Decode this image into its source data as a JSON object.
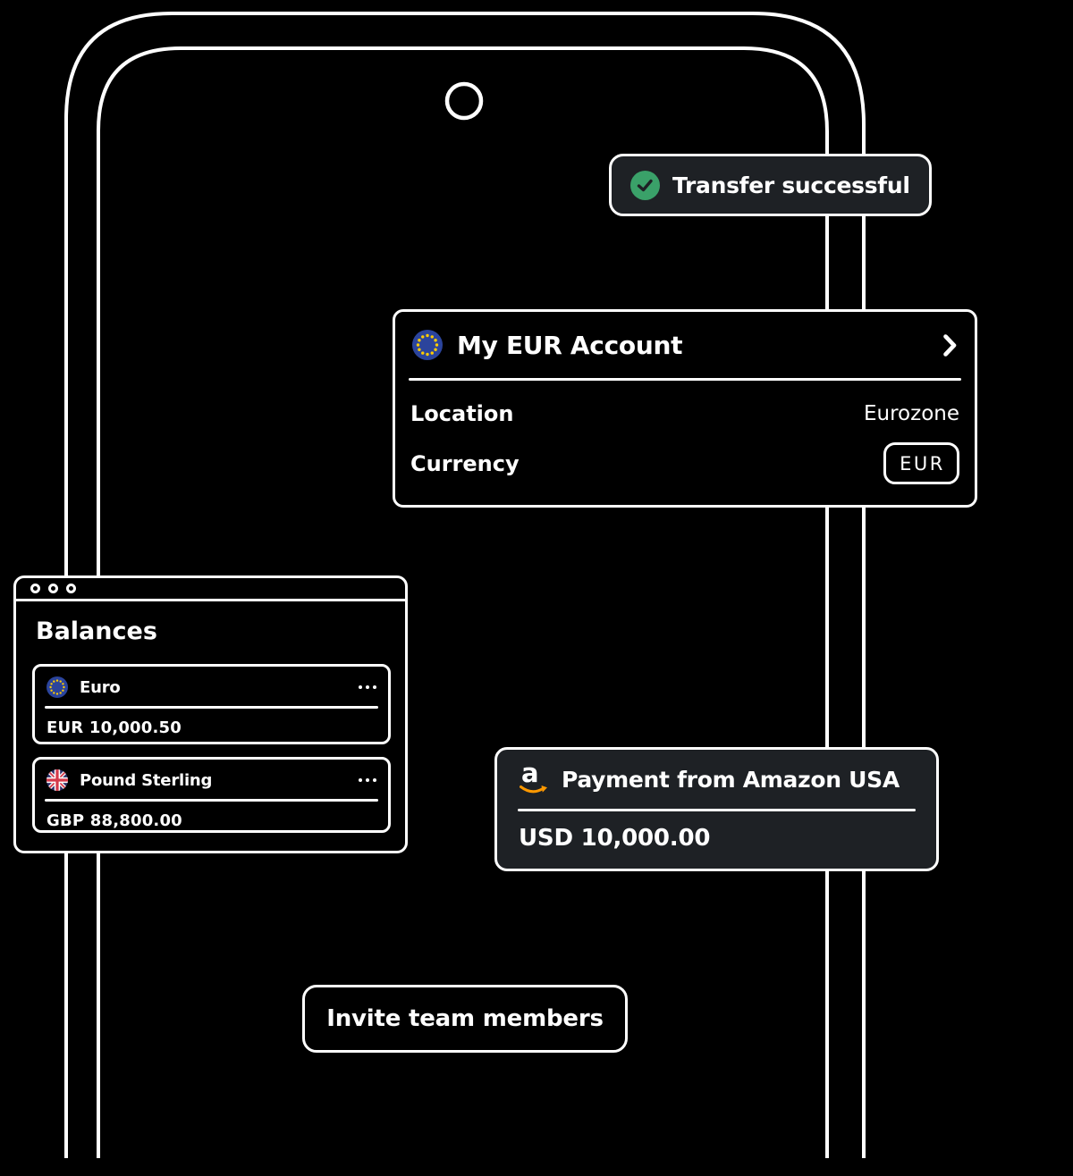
{
  "toast": {
    "label": "Transfer successful"
  },
  "account_card": {
    "title": "My EUR Account",
    "location_label": "Location",
    "location_value": "Eurozone",
    "currency_label": "Currency",
    "currency_value": "EUR"
  },
  "balances_window": {
    "title": "Balances",
    "accounts": [
      {
        "name": "Euro",
        "amount": "EUR 10,000.50",
        "flag": "eu-flag-icon"
      },
      {
        "name": "Pound Sterling",
        "amount": "GBP 88,800.00",
        "flag": "uk-flag-icon"
      }
    ]
  },
  "payment_card": {
    "logo_letter": "a",
    "title": "Payment from Amazon USA",
    "amount": "USD 10,000.00"
  },
  "invite_button": {
    "label": "Invite team members"
  },
  "colors": {
    "background": "#000000",
    "surface_dark": "#1e2125",
    "outline_white": "#ffffff",
    "success_green": "#3aa169",
    "eu_flag_blue": "#2b449c",
    "star_yellow": "#ffcc00",
    "uk_flag_navy": "#2d2f69",
    "uk_flag_red": "#d5394a",
    "amazon_orange": "#ff9900"
  }
}
